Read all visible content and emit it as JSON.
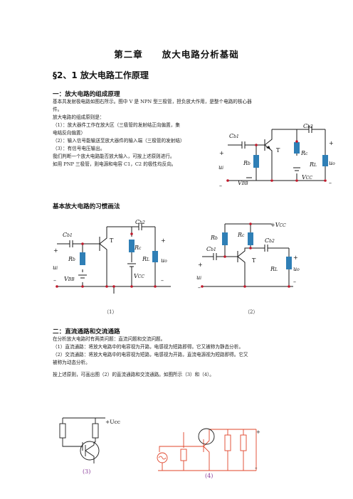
{
  "chapter_title": "第二章　　放大电路分析基础",
  "section_title": "§2、1  放大电路工作原理",
  "part1": {
    "heading": "一：放大电路的组成原理",
    "intro_1": "基本共发射极电路如图右所示。图中 V 是 NPN 型三极管，担负放大作用，是整个电路的核心器",
    "intro_2": "件。",
    "principles_title": "放大电路的组成原则是：",
    "rule1_a": "（1）：放大器件工作在放大区（三极管的发射结正向偏置，集",
    "rule1_b": "电结反向偏置）",
    "rule2": "（2）：输入信号能输送至放大器件的输入端（三极管的发射结）",
    "rule3": "（3）：有信号电压输出。",
    "judge": "我们判断一个放大电路能否放大输入，可按上述原则进行。",
    "pnp": "如用 PNP 三极管，则电源和电容 C1，C2 的极性均反向。"
  },
  "custom_heading": "基本放大电路的习惯画法",
  "captions": {
    "fig1": "（1）",
    "fig2": "（2）",
    "fig3": "(3)",
    "fig4": "(4)"
  },
  "part2": {
    "heading": "二：直流通路和交流通路",
    "p1": "在分析放大电路时有两类问题：直流问题和交流问题。",
    "p2a": "（1）直流通路：将放大电路中的电容视为开路，电感视为短路即得。它又被称为静态分析。",
    "p2b": "（2）交流通路：将放大电路中的电容视为短路，电感视为开路，直流电源视为短路即得。它又",
    "p2c": "被称为动态分析。",
    "p3": "按上述原则，可画出图（2）的直流通路和交流通路。如图所示（3）和（4）。"
  },
  "labels": {
    "cb1": "C",
    "cb1_sub": "b1",
    "cb2": "C",
    "cb2_sub": "b2",
    "rb": "R",
    "rb_sub": "b",
    "rc": "R",
    "rc_sub": "c",
    "rl": "R",
    "rl_sub": "L",
    "ui": "u",
    "ui_sub": "i",
    "uo": "u",
    "uo_sub": "o",
    "vbb": "V",
    "vbb_sub": "BB",
    "vcc": "V",
    "vcc_sub": "CC",
    "t": "T",
    "plus": "+",
    "minus": "–",
    "plusvcc": "+V",
    "ucc": "+Ucc"
  },
  "colors": {
    "wire": "#1a1a1a",
    "resistor": "#2f7fb6",
    "node": "#c0182a",
    "fig4_wire": "#e0442a"
  }
}
